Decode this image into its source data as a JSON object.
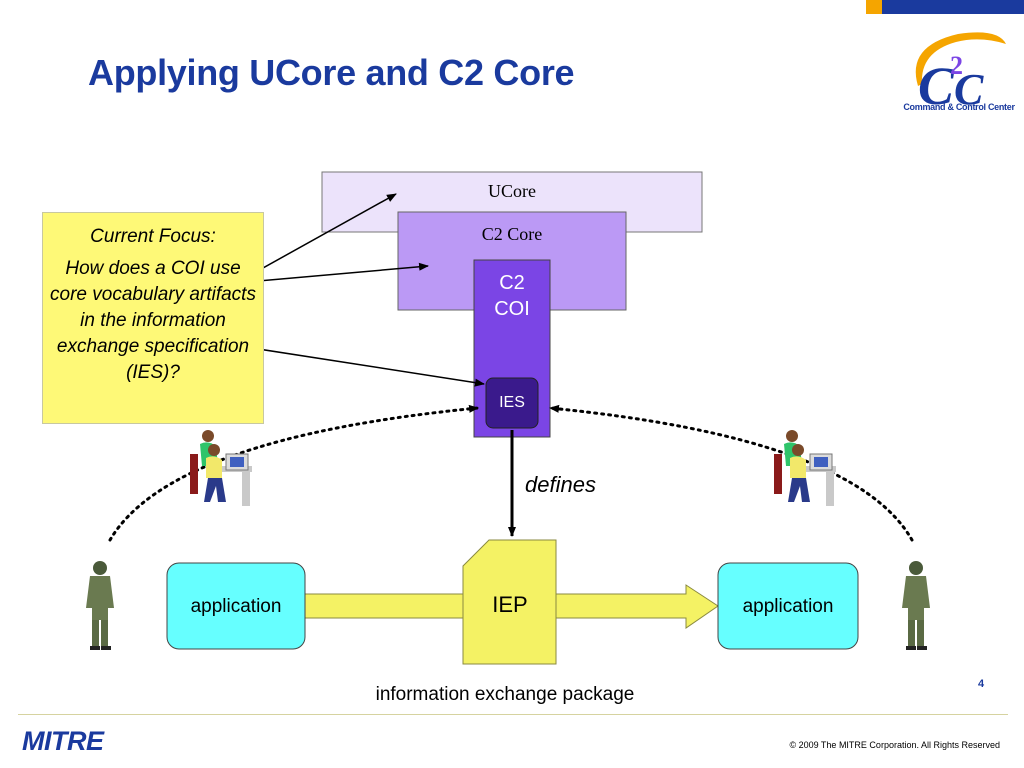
{
  "slide": {
    "title": "Applying UCore and C2 Core",
    "page_number": "4"
  },
  "logo": {
    "mark_text": "C2C",
    "caption": "Command & Control Center"
  },
  "diagram": {
    "ucore_label": "UCore",
    "c2core_label": "C2 Core",
    "coi_label": [
      "C2",
      "COI"
    ],
    "ies_label": "IES",
    "defines_label": "defines",
    "iep_label": "IEP",
    "iep_caption": "information exchange package",
    "app_left_label": "application",
    "app_right_label": "application"
  },
  "focus_box": {
    "heading": "Current Focus:",
    "text": "How does a COI use core vocabulary artifacts in the information exchange specification (IES)?"
  },
  "footer": {
    "org_logo": "MITRE",
    "copyright": "© 2009 The MITRE Corporation. All Rights Reserved"
  },
  "colors": {
    "title_blue": "#1a3a9e",
    "ucore_fill": "#ece3fb",
    "c2core_fill": "#bb99f5",
    "coi_fill": "#7b45e5",
    "ies_fill": "#3a1a8c",
    "focus_fill": "#fef977",
    "iep_fill": "#f4f264",
    "app_fill": "#66ffff",
    "accent_orange": "#f5a500"
  }
}
